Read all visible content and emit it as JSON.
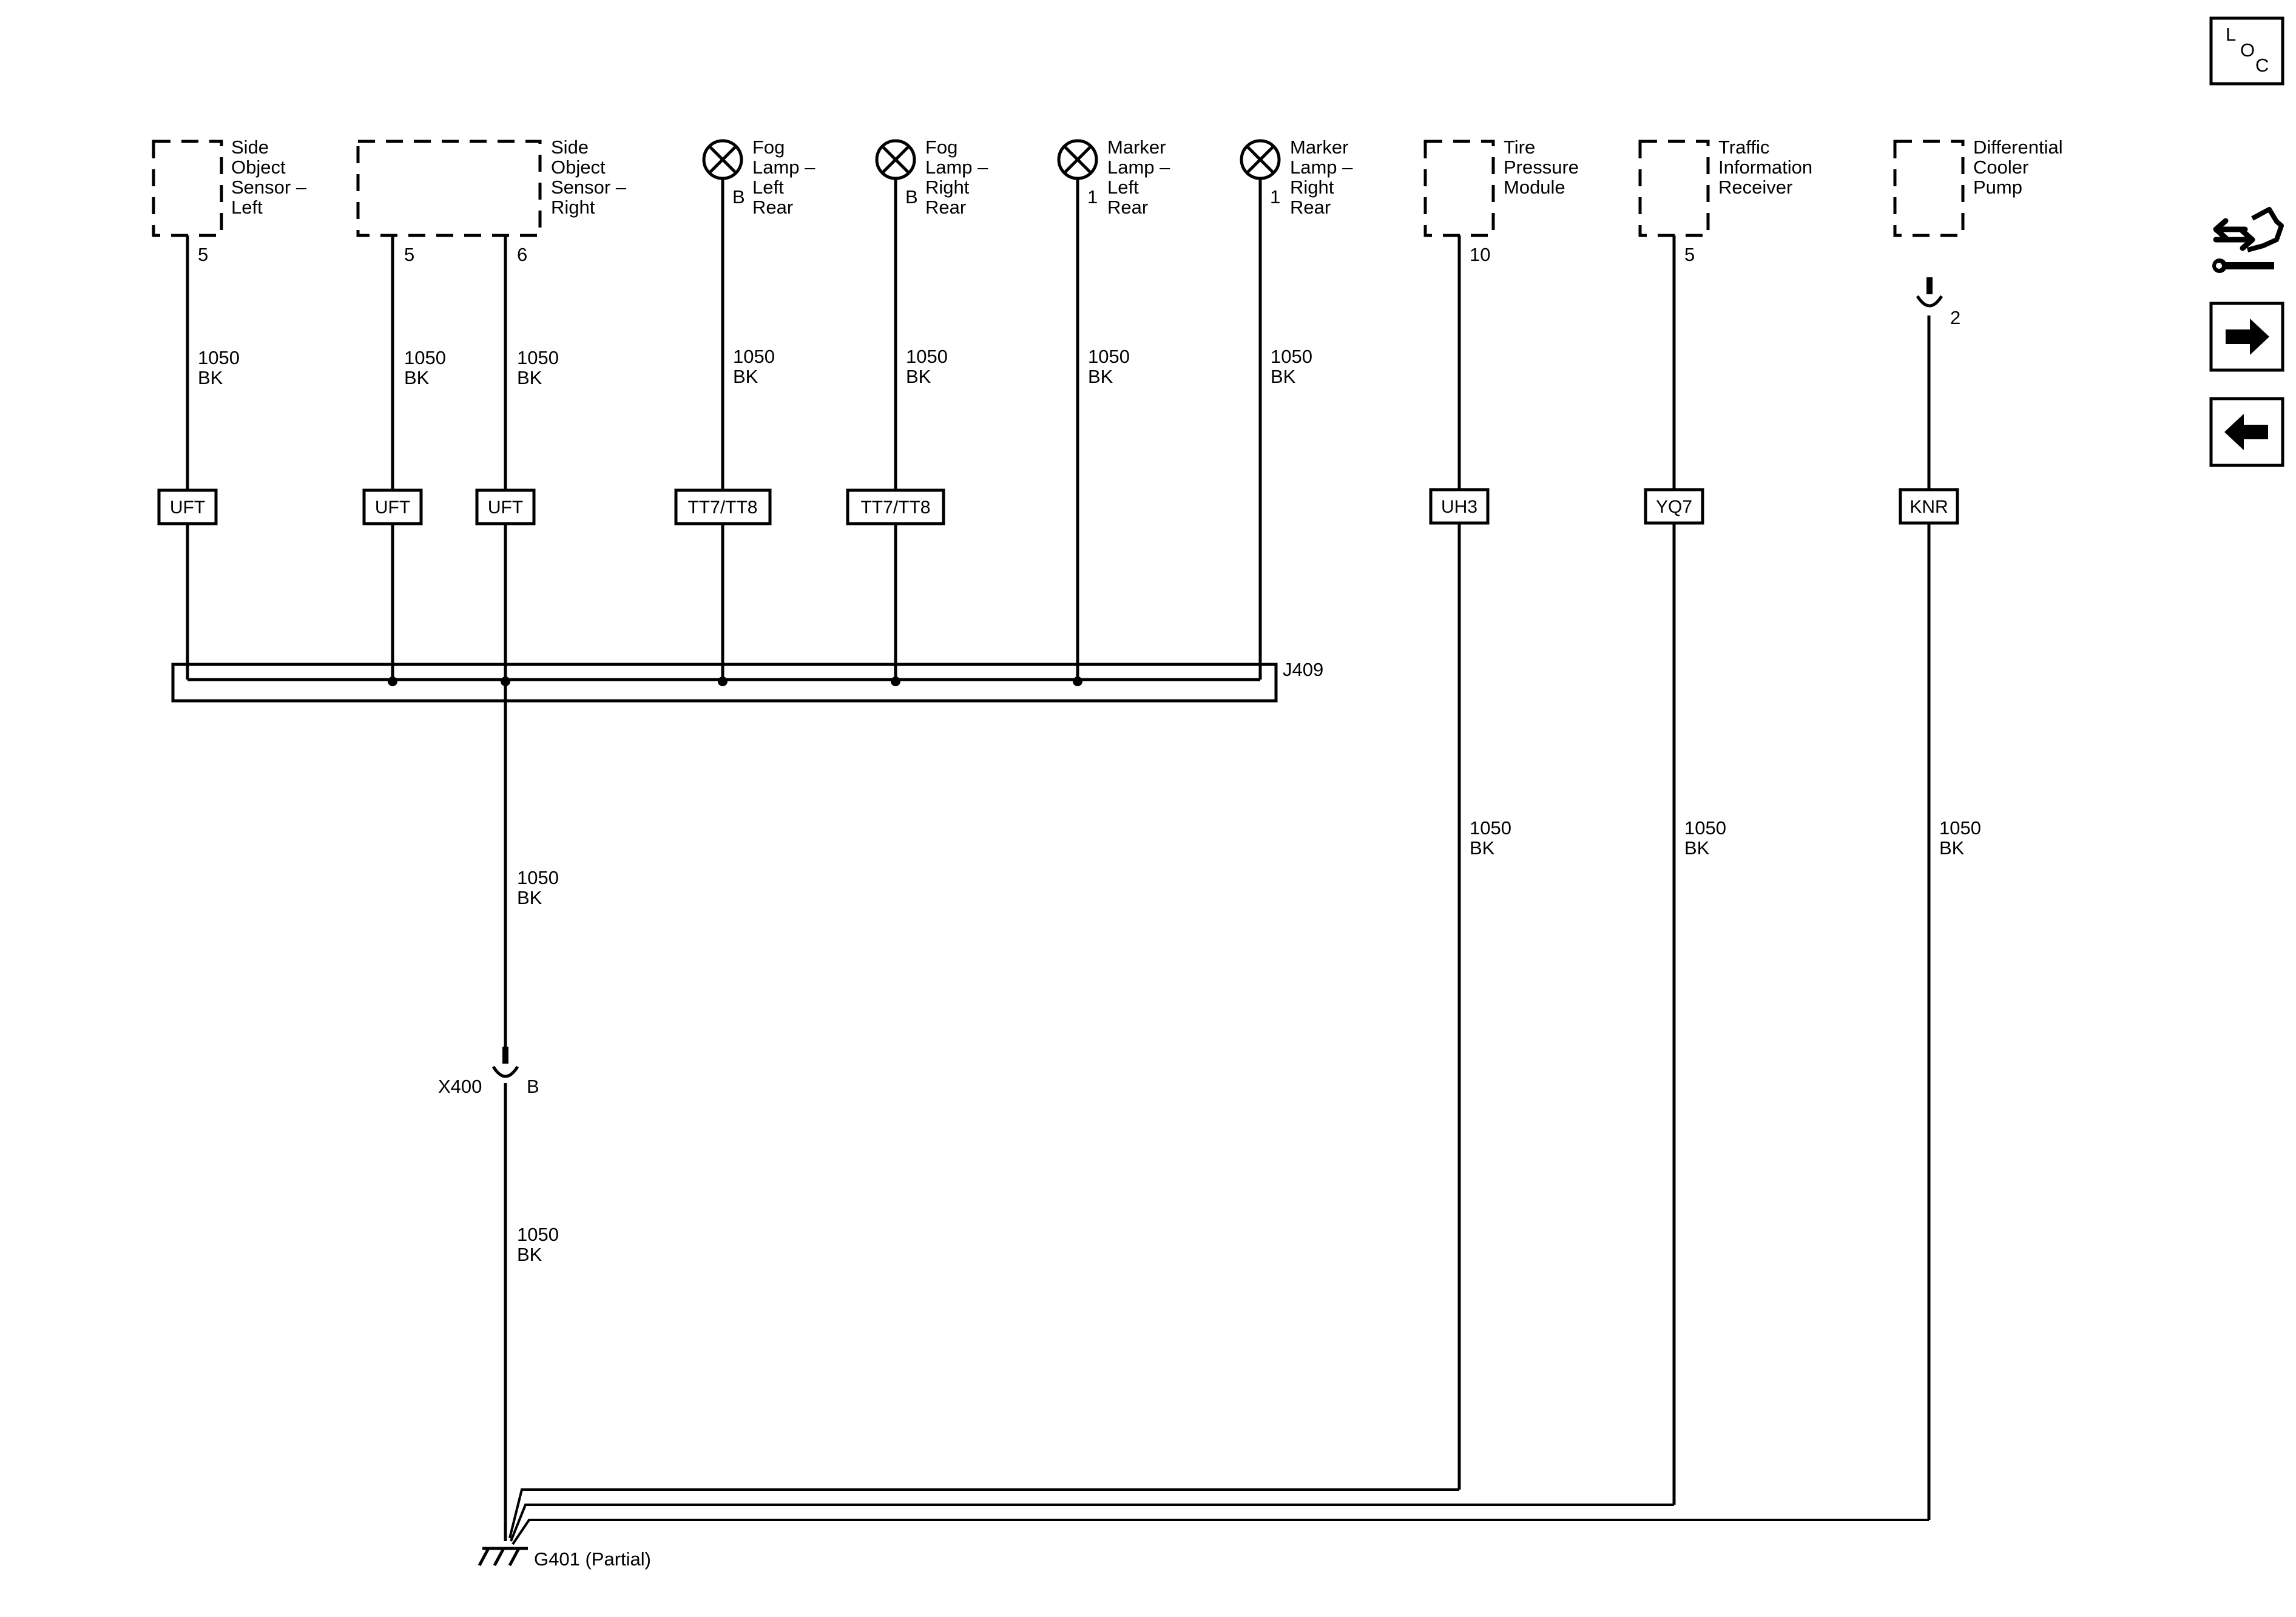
{
  "components": {
    "sos_left": {
      "lines": [
        "Side",
        "Object",
        "Sensor –",
        "Left"
      ],
      "pin": "5"
    },
    "sos_right": {
      "lines": [
        "Side",
        "Object",
        "Sensor –",
        "Right"
      ],
      "pins": [
        "5",
        "6"
      ]
    },
    "fog_left": {
      "lines": [
        "Fog",
        "Lamp –",
        "Left",
        "Rear"
      ],
      "pin": "B"
    },
    "fog_right": {
      "lines": [
        "Fog",
        "Lamp –",
        "Right",
        "Rear"
      ],
      "pin": "B"
    },
    "mark_left": {
      "lines": [
        "Marker",
        "Lamp –",
        "Left",
        "Rear"
      ],
      "pin": "1"
    },
    "mark_right": {
      "lines": [
        "Marker",
        "Lamp –",
        "Right",
        "Rear"
      ],
      "pin": "1"
    },
    "tpm": {
      "lines": [
        "Tire",
        "Pressure",
        "Module"
      ],
      "pin": "10"
    },
    "tir": {
      "lines": [
        "Traffic",
        "Information",
        "Receiver"
      ],
      "pin": "5"
    },
    "dcp": {
      "lines": [
        "Differential",
        "Cooler",
        "Pump"
      ],
      "pin": "2"
    }
  },
  "wire": {
    "circuit": "1050",
    "color": "BK"
  },
  "options": {
    "sos_left": "UFT",
    "sos_right_5": "UFT",
    "sos_right_6": "UFT",
    "fog_left": "TT7/TT8",
    "fog_right": "TT7/TT8",
    "tpm": "UH3",
    "tir": "YQ7",
    "dcp": "KNR"
  },
  "splice": "J409",
  "connector": {
    "name": "X400",
    "pin": "B"
  },
  "ground": "G401 (Partial)",
  "nav": {
    "loc_letters": [
      "L",
      "O",
      "C"
    ],
    "icons": [
      "connector-view-icon",
      "arrow-right-icon",
      "arrow-left-icon"
    ]
  }
}
